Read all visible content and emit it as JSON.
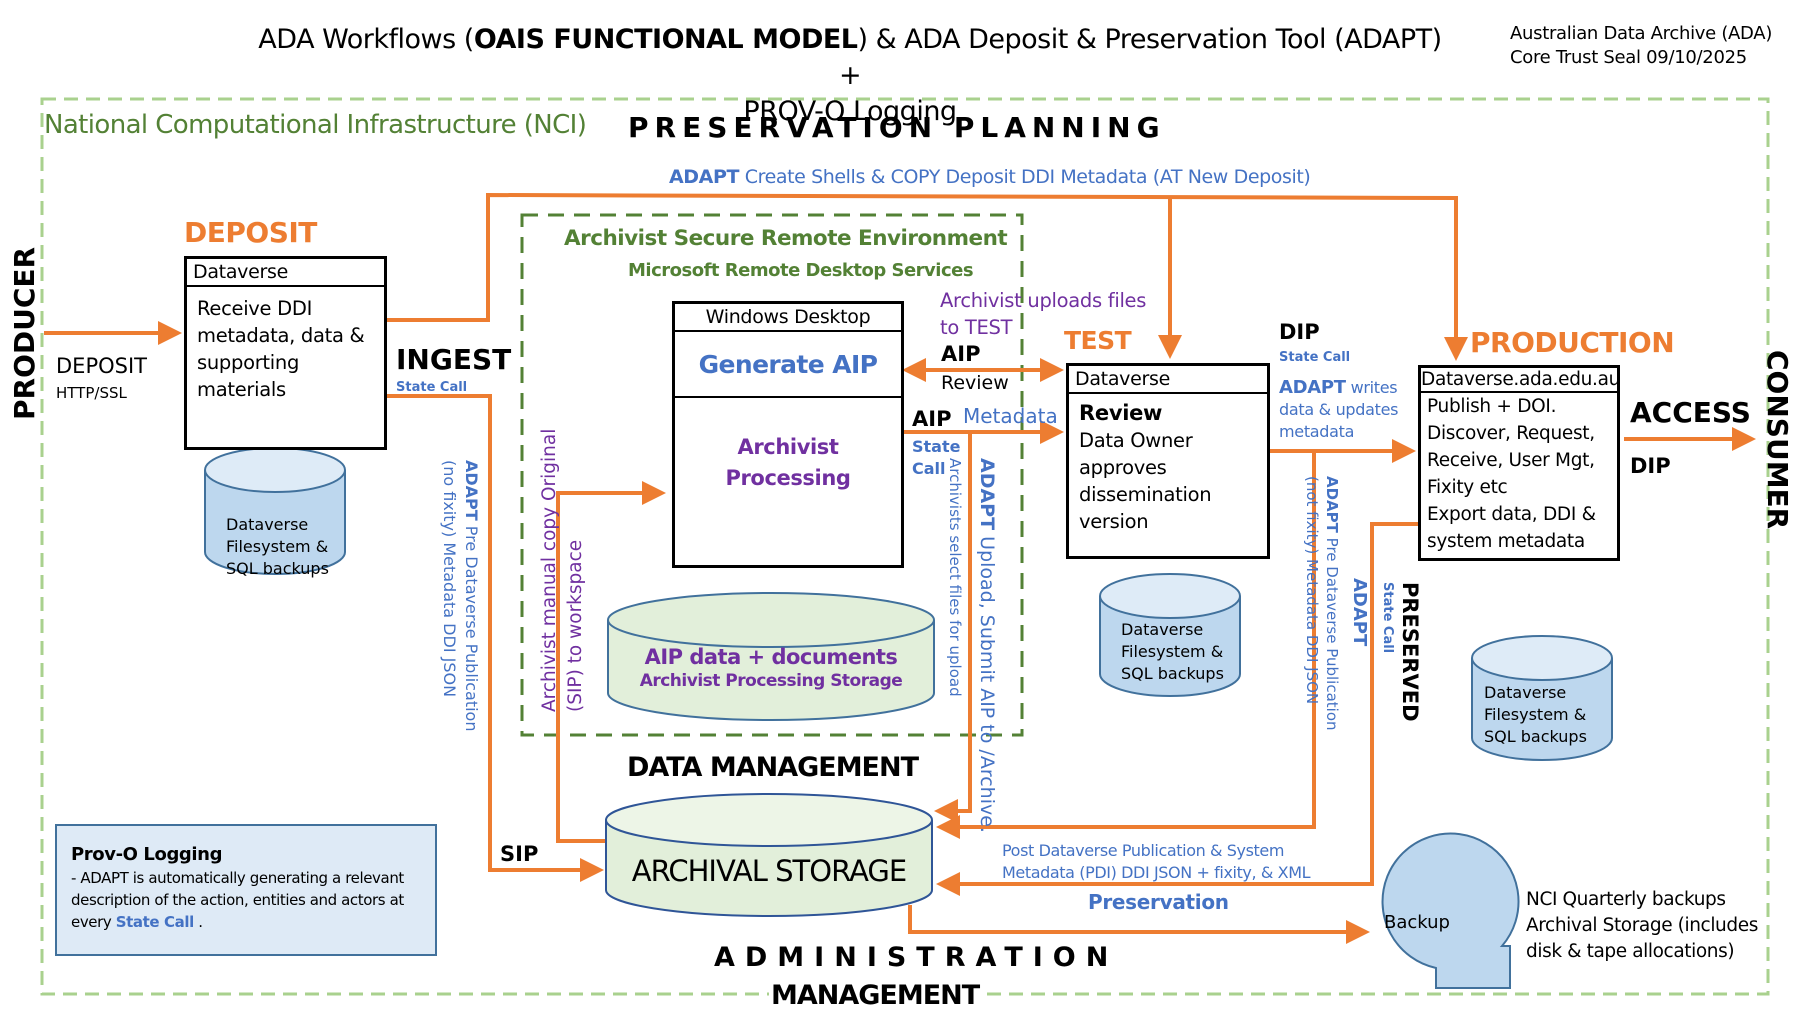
{
  "header": {
    "title_prefix": "ADA Workflows (",
    "title_bold": "OAIS FUNCTIONAL MODEL",
    "title_suffix": ") & ADA Deposit & Preservation Tool (ADAPT) +",
    "title_line2": "PROV-O Logging",
    "org_line1": "Australian Data Archive  (ADA)",
    "org_line2": "Core Trust Seal 09/10/2025"
  },
  "regions": {
    "nci": "National Computational Infrastructure (NCI)",
    "preservation_planning": "PRESERVATION PLANNING",
    "data_management": "DATA MANAGEMENT",
    "administration": "ADMINISTRATION",
    "administration_line2": "MANAGEMENT",
    "secure_env_title": "Archivist Secure Remote Environment",
    "secure_env_sub": "Microsoft Remote Desktop Services"
  },
  "actors": {
    "producer": "PRODUCER",
    "consumer": "CONSUMER"
  },
  "deposit": {
    "heading": "DEPOSIT",
    "arrow_label": "DEPOSIT",
    "arrow_sub": "HTTP/SSL",
    "box_header": "Dataverse",
    "box_body": [
      "Receive  DDI",
      "metadata, data &",
      "supporting",
      "materials"
    ],
    "storage": [
      "Dataverse",
      "Filesystem &",
      "SQL backups"
    ]
  },
  "ingest": {
    "label": "INGEST",
    "state_call": "State Call",
    "adapt_bold": "ADAPT",
    "adapt_line1": " Pre Dataverse Publication",
    "adapt_line2": "(no fixity) Metadata DDI JSON",
    "sip": "SIP"
  },
  "top_flow": {
    "adapt_bold": "ADAPT",
    "text": " Create Shells & COPY Deposit DDI Metadata (AT New Deposit)"
  },
  "windows": {
    "header": "Windows Desktop",
    "generate": "Generate AIP",
    "processing_line1": "Archivist",
    "processing_line2": "Processing"
  },
  "archivist_copy": {
    "line1": "Archivist manual copy Original",
    "line2": "(SIP) to workspace"
  },
  "aip_storage": {
    "line1": "AIP data + documents",
    "line2": "Archivist Processing Storage"
  },
  "aip_review": {
    "uploads_line1": "Archivist uploads files",
    "uploads_line2": "to TEST",
    "aip": "AIP",
    "review": "Review",
    "aip2": "AIP",
    "metadata": "Metadata",
    "state": "State",
    "call": "Call",
    "select_files": "Archivists select files for upload",
    "upload_bold": "ADAPT",
    "upload_text": " Upload, Submit  AIP to /Archive."
  },
  "test": {
    "heading": "TEST",
    "box_header": "Dataverse",
    "review": "Review",
    "body": [
      "Data Owner",
      "approves",
      "dissemination",
      "version"
    ],
    "storage": [
      "Dataverse",
      "Filesystem &",
      "SQL backups"
    ]
  },
  "dip": {
    "label": "DIP",
    "state_call": "State Call",
    "adapt_bold": "ADAPT",
    "writes": " writes",
    "line2": "data & updates",
    "line3": "metadata",
    "pre_bold": "ADAPT",
    "pre_line1": " Pre Dataverse Publication",
    "pre_line2": "(not fixity) Metadata DDI JSON"
  },
  "preserved": {
    "adapt": "ADAPT",
    "state_call": "State Call",
    "label": "PRESERVED"
  },
  "production": {
    "heading": "PRODUCTION",
    "box_header": "Dataverse.ada.edu.au",
    "body": [
      "Publish + DOI.",
      "Discover,  Request,",
      "Receive, User Mgt,",
      "Fixity etc",
      "Export data, DDI &",
      "system metadata"
    ],
    "storage": [
      "Dataverse",
      "Filesystem &",
      "SQL backups"
    ]
  },
  "access": {
    "label": "ACCESS",
    "dip": "DIP"
  },
  "archival_storage": {
    "label": "ARCHIVAL STORAGE",
    "post_line1": "Post Dataverse Publication & System",
    "post_line2": "Metadata (PDI) DDI JSON + fixity, & XML",
    "preservation": "Preservation"
  },
  "backup": {
    "label": "Backup",
    "desc": [
      "NCI Quarterly backups",
      "Archival Storage (includes",
      "disk & tape allocations)"
    ]
  },
  "provo": {
    "title": "Prov-O Logging",
    "desc_prefix": "- ADAPT is automatically generating a relevant description of the action, entities and actors at every ",
    "state_call": "State Call",
    "desc_suffix": " ."
  },
  "colors": {
    "arrow": "#ED7D31",
    "nci_border": "#A9D18E",
    "secure_border": "#538135",
    "blue_text": "#4472C4",
    "purple_text": "#7030A0",
    "cyl_blue": "#BDD7EE",
    "cyl_green": "#E2EFDA"
  }
}
